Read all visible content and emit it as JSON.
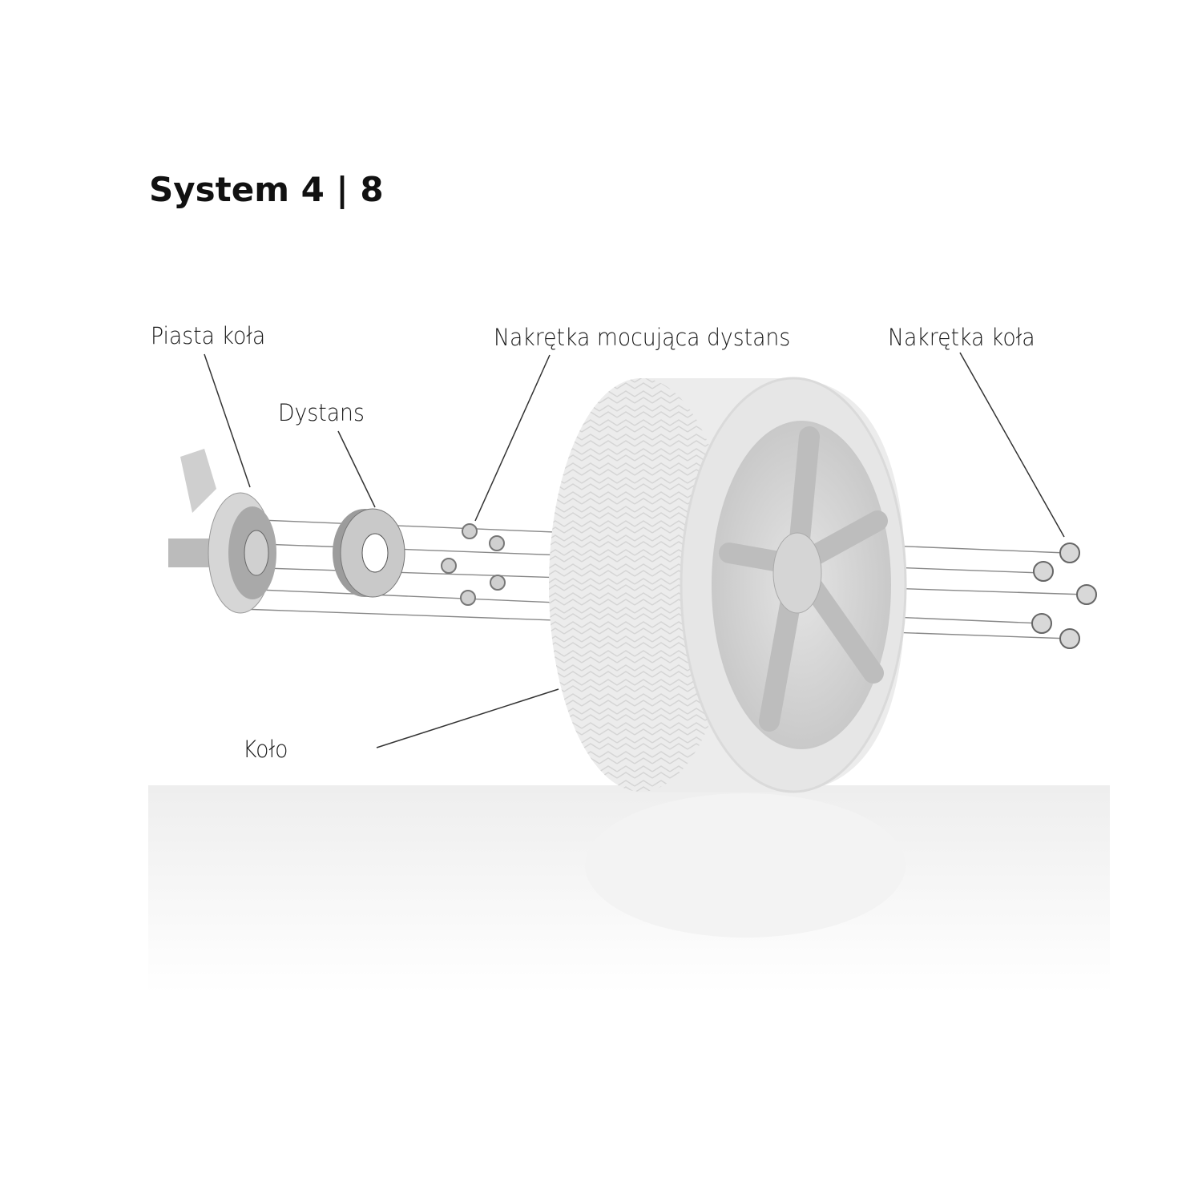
{
  "title": "System 4 | 8",
  "labels": {
    "hub": "Piasta koła",
    "spacer": "Dystans",
    "spacer_nut": "Nakrętka mocująca dystans",
    "wheel_nut": "Nakrętka koła",
    "wheel": "Koło"
  }
}
